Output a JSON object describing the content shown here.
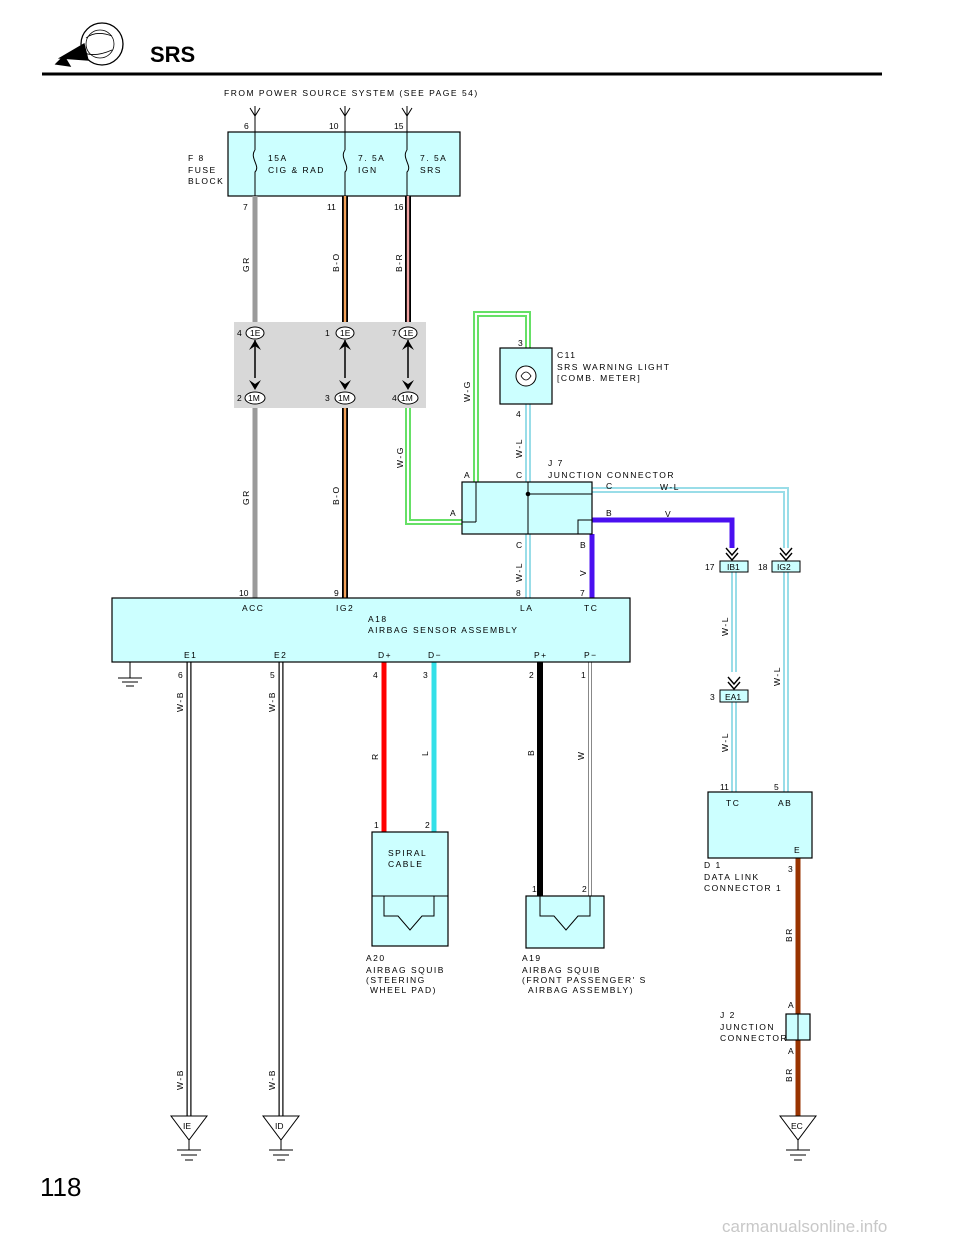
{
  "header": {
    "title": "SRS"
  },
  "page_number": "118",
  "watermark": "carmanualsonline.info",
  "power_source_note": "FROM POWER SOURCE SYSTEM (SEE PAGE 54)",
  "fuse_block": {
    "id": "F 8",
    "name_line1": "FUSE",
    "name_line2": "BLOCK",
    "fuses": [
      {
        "in_pin": "6",
        "out_pin": "7",
        "rating": "15A",
        "name": "CIG & RAD"
      },
      {
        "in_pin": "10",
        "out_pin": "11",
        "rating": "7. 5A",
        "name": "IGN"
      },
      {
        "in_pin": "15",
        "out_pin": "16",
        "rating": "7. 5A",
        "name": "SRS"
      }
    ]
  },
  "wires": {
    "gr": "GR",
    "b_o": "B-O",
    "b_r": "B-R",
    "w_g": "W-G",
    "w_l": "W-L",
    "v": "V",
    "w_b": "W-B",
    "r": "R",
    "l": "L",
    "b": "B",
    "w": "W",
    "br": "BR"
  },
  "connectors": {
    "upper": [
      {
        "pin": "4",
        "code": "1E"
      },
      {
        "pin": "1",
        "code": "1E"
      },
      {
        "pin": "7",
        "code": "1E"
      }
    ],
    "lower": [
      {
        "pin": "2",
        "code": "1M"
      },
      {
        "pin": "3",
        "code": "1M"
      },
      {
        "pin": "4",
        "code": "1M"
      }
    ],
    "ib1": {
      "pin": "17",
      "code": "IB1"
    },
    "ig2": {
      "pin": "18",
      "code": "IG2"
    },
    "ea1": {
      "pin": "3",
      "code": "EA1"
    }
  },
  "warning_light": {
    "id": "C11",
    "name_line1": "SRS WARNING LIGHT",
    "name_line2": "[COMB. METER]",
    "pin_top": "3",
    "pin_bottom": "4"
  },
  "junction_j7": {
    "id": "J 7",
    "name": "JUNCTION CONNECTOR",
    "labels": {
      "a_top": "A",
      "c_top": "C",
      "a_left": "A",
      "c_right": "C",
      "b_right": "B",
      "c_bottom": "C",
      "b_bottom": "B"
    }
  },
  "airbag_sensor": {
    "id": "A18",
    "name": "AIRBAG SENSOR ASSEMBLY",
    "top_terminals": {
      "acc": "ACC",
      "ig2": "IG2",
      "la": "LA",
      "tc": "TC"
    },
    "top_pins": {
      "acc": "10",
      "ig2": "9",
      "la": "8",
      "tc": "7"
    },
    "bottom_terminals": {
      "e1": "E1",
      "e2": "E2",
      "dp": "D+",
      "dm": "D−",
      "pp": "P+",
      "pm": "P−"
    },
    "bottom_pins": {
      "e1": "6",
      "e2": "5",
      "dp": "4",
      "dm": "3",
      "pp": "2",
      "pm": "1"
    }
  },
  "spiral_cable": {
    "line1": "SPIRAL",
    "line2": "CABLE",
    "pin1": "1",
    "pin2": "2"
  },
  "squib_a20": {
    "id": "A20",
    "line1": "AIRBAG SQUIB",
    "line2": "(STEERING",
    "line3": "WHEEL PAD)"
  },
  "squib_a19": {
    "id": "A19",
    "line1": "AIRBAG SQUIB",
    "line2": "(FRONT PASSENGER' S",
    "line3": "AIRBAG ASSEMBLY)",
    "pin1": "1",
    "pin2": "2"
  },
  "dlc": {
    "id": "D 1",
    "line1": "DATA LINK",
    "line2": "CONNECTOR 1",
    "tc": "TC",
    "ab": "AB",
    "e": "E",
    "pin_tc": "11",
    "pin_ab": "5",
    "pin_e": "3"
  },
  "junction_j2": {
    "id": "J 2",
    "line1": "JUNCTION",
    "line2": "CONNECTOR",
    "pin_top": "A",
    "pin_bottom": "A"
  },
  "grounds": {
    "ie": "IE",
    "id": "ID",
    "ec": "EC"
  },
  "colors": {
    "component_fill": "#ccffff",
    "connector_panel": "#d8d8d8",
    "gr_wire": "#9a9a9a",
    "orange_stripe": "#f3a25a",
    "pink_stripe": "#f2a3a3",
    "green_stripe": "#66e066",
    "light_blue_stripe": "#99dde8",
    "violet_wire": "#4a10f0",
    "red_wire": "#ff0000",
    "cyan_wire": "#33e0e8",
    "brown_wire": "#993300"
  }
}
